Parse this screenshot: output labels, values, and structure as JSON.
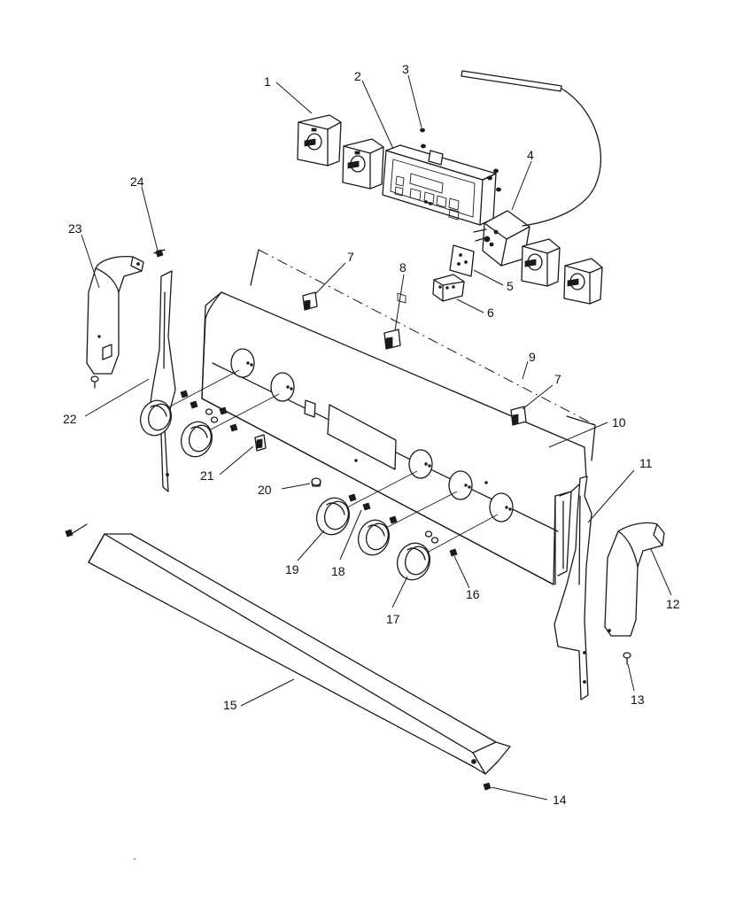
{
  "header": {
    "corner_text": ""
  },
  "callouts": [
    {
      "label": "1"
    },
    {
      "label": "2"
    },
    {
      "label": "3"
    },
    {
      "label": "4"
    },
    {
      "label": "5"
    },
    {
      "label": "6"
    },
    {
      "label": "7"
    },
    {
      "label": "8"
    },
    {
      "label": "9"
    },
    {
      "label": "7"
    },
    {
      "label": "10"
    },
    {
      "label": "11"
    },
    {
      "label": "12"
    },
    {
      "label": "13"
    },
    {
      "label": "14"
    },
    {
      "label": "15"
    },
    {
      "label": "16"
    },
    {
      "label": "17"
    },
    {
      "label": "18"
    },
    {
      "label": "19"
    },
    {
      "label": "20"
    },
    {
      "label": "21"
    },
    {
      "label": "22"
    },
    {
      "label": "23"
    },
    {
      "label": "24"
    }
  ]
}
